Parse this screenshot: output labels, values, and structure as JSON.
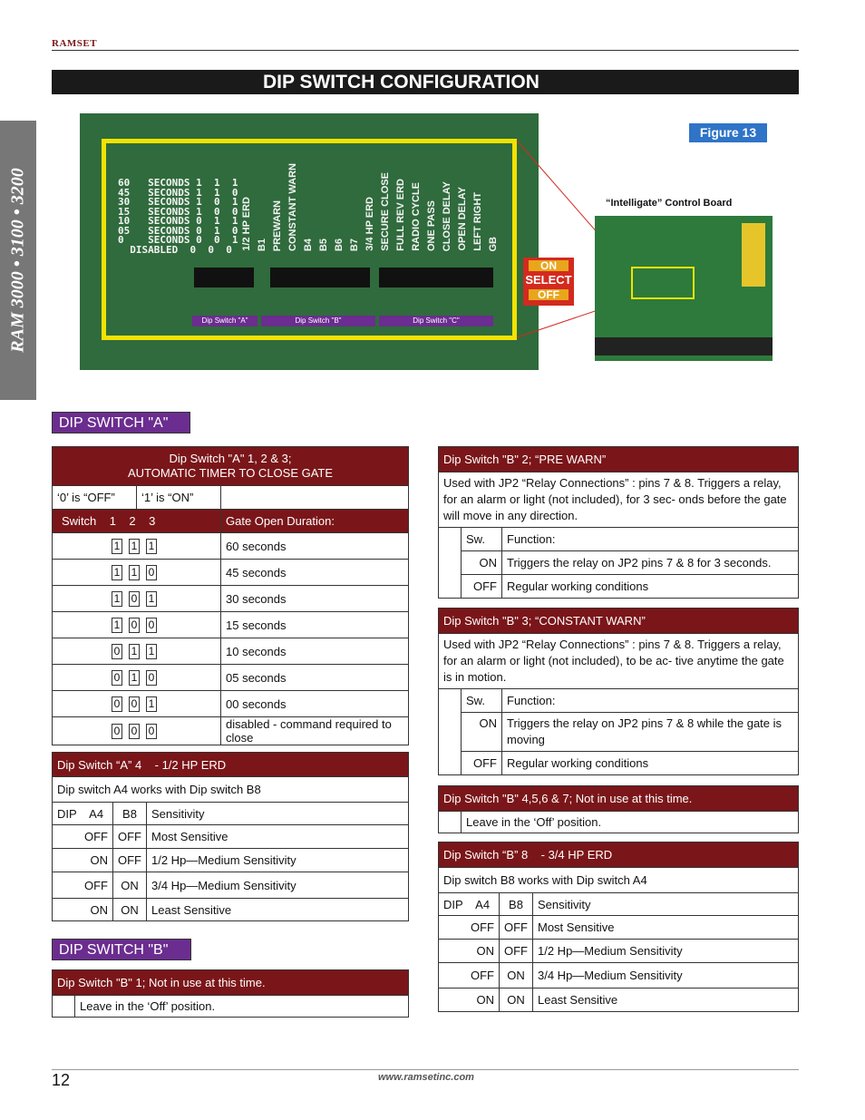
{
  "header": {
    "brand": "RAMSET",
    "title": "DIP SWITCH CONFIGURATION"
  },
  "sidebar": {
    "text": "RAM 3000 • 3100 • 3200"
  },
  "figure": {
    "label": "Figure 13",
    "control_board_label": "“Intelligate” Control Board",
    "on_select_off": [
      "ON",
      "SELECT",
      "OFF"
    ],
    "board_left_text": [
      "60   SECONDS 1  1  1",
      "45   SECONDS 1  1  0",
      "30   SECONDS 1  0  1",
      "15   SECONDS 1  0  0",
      "10   SECONDS 0  1  1",
      "05   SECONDS 0  1  0",
      "0    SECONDS 0  0  1",
      "  DISABLED  0  0  0"
    ],
    "board_vertical_labels": [
      "1/2 HP ERD",
      "B1",
      "PREWARN",
      "CONSTANT WARN",
      "B4",
      "B5",
      "B6",
      "B7",
      "3/4 HP ERD",
      "SECURE CLOSE",
      "FULL REV ERD",
      "RADIO CYCLE",
      "ONE PASS",
      "CLOSE DELAY",
      "OPEN DELAY",
      "LEFT RIGHT",
      "GB"
    ],
    "switch_labels": [
      "Dip Switch \"A\"",
      "Dip Switch \"B\"",
      "Dip Switch \"C\""
    ]
  },
  "dip_a": {
    "heading": "DIP SWITCH \"A\"",
    "timer_table": {
      "title_line1": "Dip Switch \"A\" 1, 2 & 3;",
      "title_line2": "AUTOMATIC TIMER TO CLOSE GATE",
      "zero_label": "‘0’ is “OFF”",
      "one_label": "‘1’ is “ON”",
      "col_switch": "Switch    1    2    3",
      "col_duration": "Gate Open Duration:",
      "rows": [
        {
          "b": [
            "1",
            "1",
            "1"
          ],
          "d": "60 seconds"
        },
        {
          "b": [
            "1",
            "1",
            "0"
          ],
          "d": "45 seconds"
        },
        {
          "b": [
            "1",
            "0",
            "1"
          ],
          "d": "30 seconds"
        },
        {
          "b": [
            "1",
            "0",
            "0"
          ],
          "d": "15 seconds"
        },
        {
          "b": [
            "0",
            "1",
            "1"
          ],
          "d": "10 seconds"
        },
        {
          "b": [
            "0",
            "1",
            "0"
          ],
          "d": "05 seconds"
        },
        {
          "b": [
            "0",
            "0",
            "1"
          ],
          "d": "00 seconds"
        },
        {
          "b": [
            "0",
            "0",
            "0"
          ],
          "d": "disabled - command required to close"
        }
      ]
    },
    "erd_table": {
      "title": "Dip Switch “A” 4    - 1/2 HP ERD",
      "note": "Dip switch A4 works with Dip switch B8",
      "col_dip": "DIP    A4",
      "col_b8": "B8",
      "col_sens": "Sensitivity",
      "rows": [
        {
          "a4": "OFF",
          "b8": "OFF",
          "s": "Most Sensitive"
        },
        {
          "a4": "ON",
          "b8": "OFF",
          "s": "1/2 Hp—Medium Sensitivity"
        },
        {
          "a4": "OFF",
          "b8": "ON",
          "s": "3/4 Hp—Medium Sensitivity"
        },
        {
          "a4": "ON",
          "b8": "ON",
          "s": "Least Sensitive"
        }
      ]
    }
  },
  "dip_b": {
    "heading": "DIP SWITCH \"B\"",
    "b1": {
      "title": "Dip Switch \"B\" 1; Not in use at this time.",
      "note": "Leave in the ‘Off’ position."
    },
    "b2": {
      "title": "Dip Switch \"B\" 2; “PRE WARN”",
      "desc": "Used with JP2 “Relay Connections”  : pins 7 & 8. Triggers a relay, for an alarm or light (not included),  for 3 sec- onds before the gate will move in any direction.",
      "col_sw": "Sw.",
      "col_fn": "Function:",
      "on": "ON",
      "on_text": "Triggers the relay on JP2 pins 7 & 8 for 3 seconds.",
      "off": "OFF",
      "off_text": "Regular working conditions"
    },
    "b3": {
      "title": "Dip Switch \"B\" 3; “CONSTANT WARN”",
      "desc": "Used with JP2 “Relay Connections”  : pins 7 & 8. Triggers a relay, for an alarm or light (not included),  to be ac- tive anytime the gate is in motion.",
      "col_sw": "Sw.",
      "col_fn": "Function:",
      "on": "ON",
      "on_text": "Triggers the relay on JP2 pins 7 & 8 while the gate is moving",
      "off": "OFF",
      "off_text": "Regular working conditions"
    },
    "b4567": {
      "title": "Dip Switch \"B\" 4,5,6 & 7; Not in use at this time.",
      "note": "Leave in the ‘Off’ position."
    },
    "b8": {
      "title": "Dip Switch “B” 8    - 3/4 HP ERD",
      "note": "Dip switch B8 works with Dip switch A4",
      "col_dip": "DIP    A4",
      "col_b8": "B8",
      "col_sens": "Sensitivity",
      "rows": [
        {
          "a4": "OFF",
          "b8": "OFF",
          "s": "Most Sensitive"
        },
        {
          "a4": "ON",
          "b8": "OFF",
          "s": "1/2 Hp—Medium Sensitivity"
        },
        {
          "a4": "OFF",
          "b8": "ON",
          "s": "3/4 Hp—Medium Sensitivity"
        },
        {
          "a4": "ON",
          "b8": "ON",
          "s": "Least Sensitive"
        }
      ]
    }
  },
  "footer": {
    "page": "12",
    "url": "www.ramsetinc.com"
  }
}
